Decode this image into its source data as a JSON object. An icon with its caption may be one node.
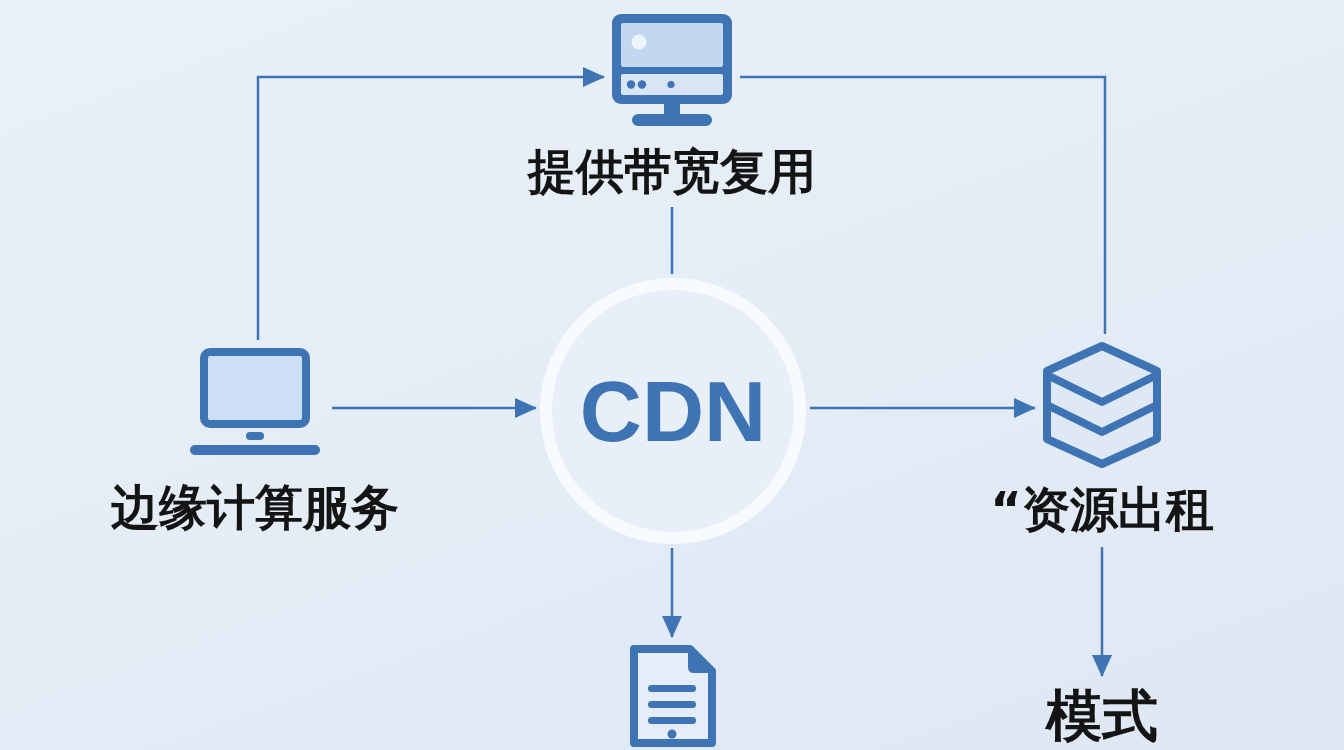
{
  "diagram": {
    "nodes": [
      {
        "text": [
          "提供带宽复用"
        ]
      },
      {
        "text": [
          "边缘计算服务"
        ]
      },
      {
        "text": [
          "CDN"
        ]
      },
      {
        "text": [
          "“资源出租"
        ]
      },
      {
        "text": [],
        "shape": "picture"
      },
      {
        "text": [
          "模式"
        ]
      }
    ],
    "edges": [
      {
        "from": 1,
        "to": 0,
        "arrow": "to"
      },
      {
        "from": 0,
        "to": 3,
        "arrow": "none"
      },
      {
        "from": 0,
        "to": 2,
        "arrow": "none"
      },
      {
        "from": 1,
        "to": 2,
        "arrow": "to"
      },
      {
        "from": 2,
        "to": 3,
        "arrow": "to"
      },
      {
        "from": 2,
        "to": 4,
        "arrow": "to"
      },
      {
        "from": 3,
        "to": 5,
        "arrow": "to"
      }
    ]
  }
}
